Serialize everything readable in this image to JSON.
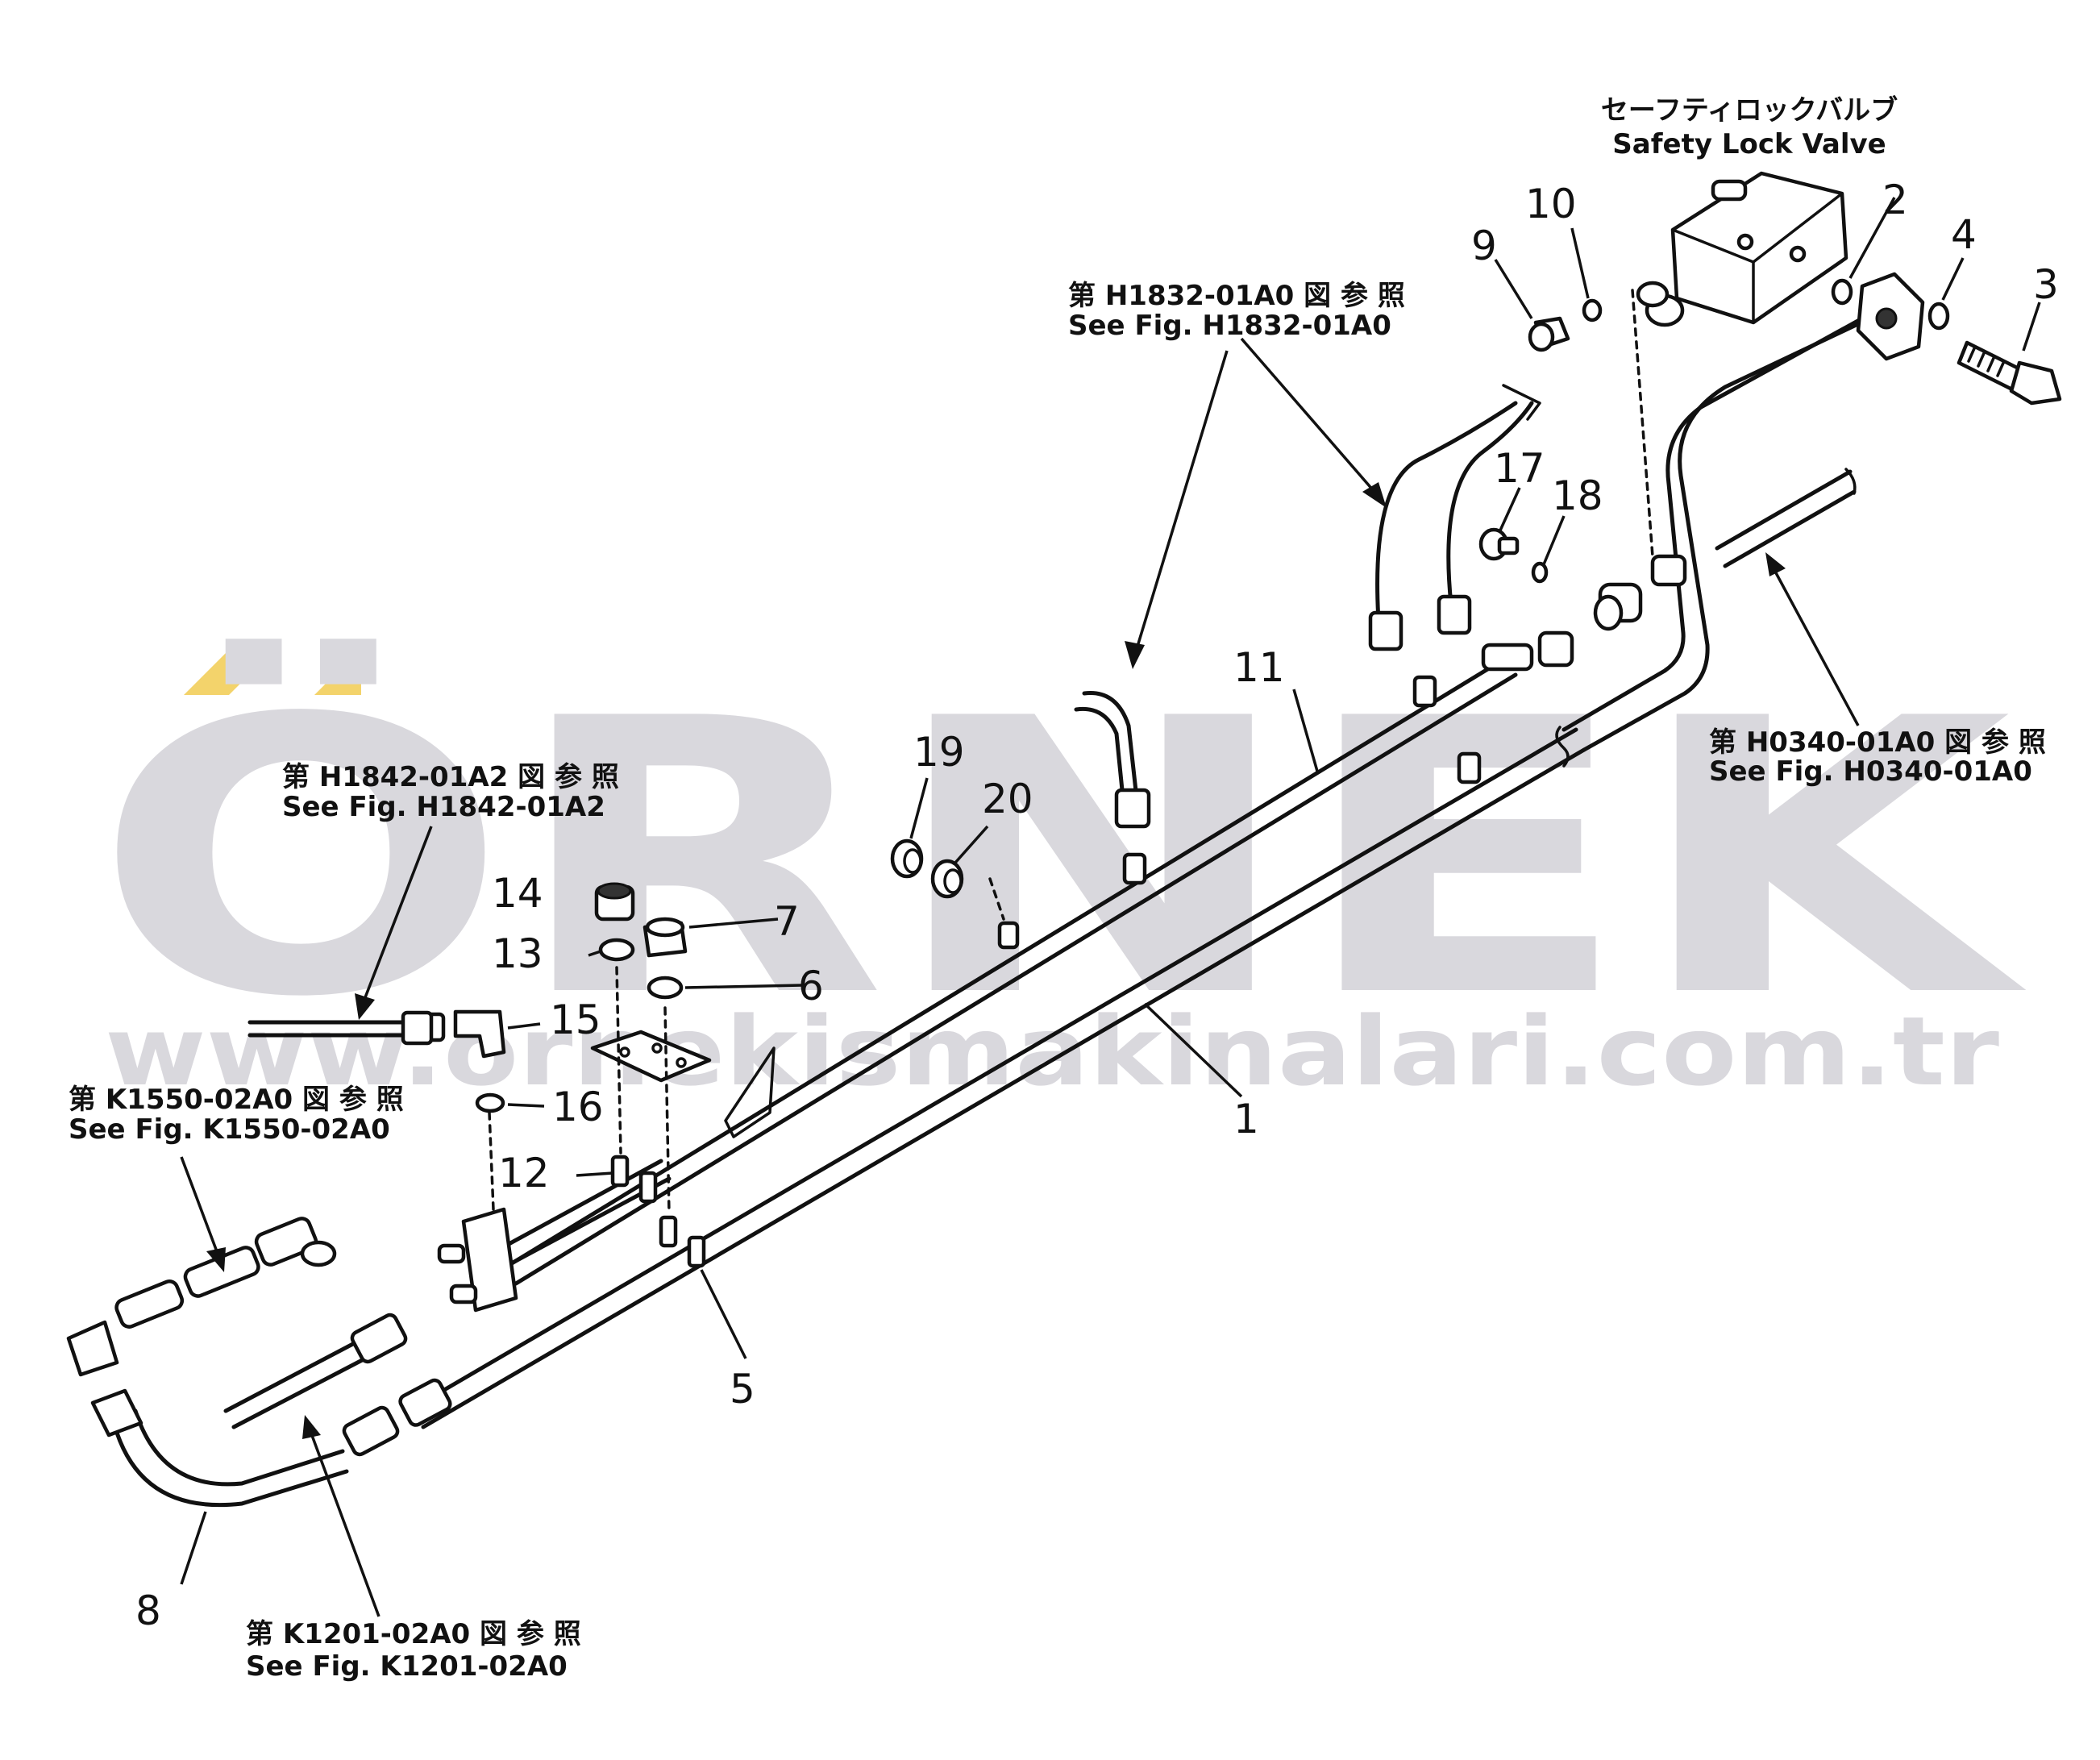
{
  "watermark": {
    "brand": "ÖRNEK",
    "url": "www.ornekismakinalari.com.tr",
    "accent_color": "#f3d36b",
    "grey_color": "#d9d8dd"
  },
  "labels": {
    "safety_lock_valve_jp": "セーフティロックバルブ",
    "safety_lock_valve_en": "Safety  Lock  Valve",
    "ref_h1832_jp": "第 H1832-01A0 図 参 照",
    "ref_h1832_en": "See Fig. H1832-01A0",
    "ref_h0340_jp": "第 H0340-01A0 図 参 照",
    "ref_h0340_en": "See Fig. H0340-01A0",
    "ref_h1842_jp": "第 H1842-01A2 図 参 照",
    "ref_h1842_en": "See Fig. H1842-01A2",
    "ref_k1550_jp": "第 K1550-02A0 図 参 照",
    "ref_k1550_en": "See Fig. K1550-02A0",
    "ref_k1201_jp": "第 K1201-02A0 図 参 照",
    "ref_k1201_en": "See Fig. K1201-02A0"
  },
  "part_numbers": {
    "p1": "1",
    "p2": "2",
    "p3": "3",
    "p4": "4",
    "p5": "5",
    "p6": "6",
    "p7": "7",
    "p8": "8",
    "p9": "9",
    "p10": "10",
    "p11": "11",
    "p12": "12",
    "p13": "13",
    "p14": "14",
    "p15": "15",
    "p16": "16",
    "p17": "17",
    "p18": "18",
    "p19": "19",
    "p20": "20"
  }
}
